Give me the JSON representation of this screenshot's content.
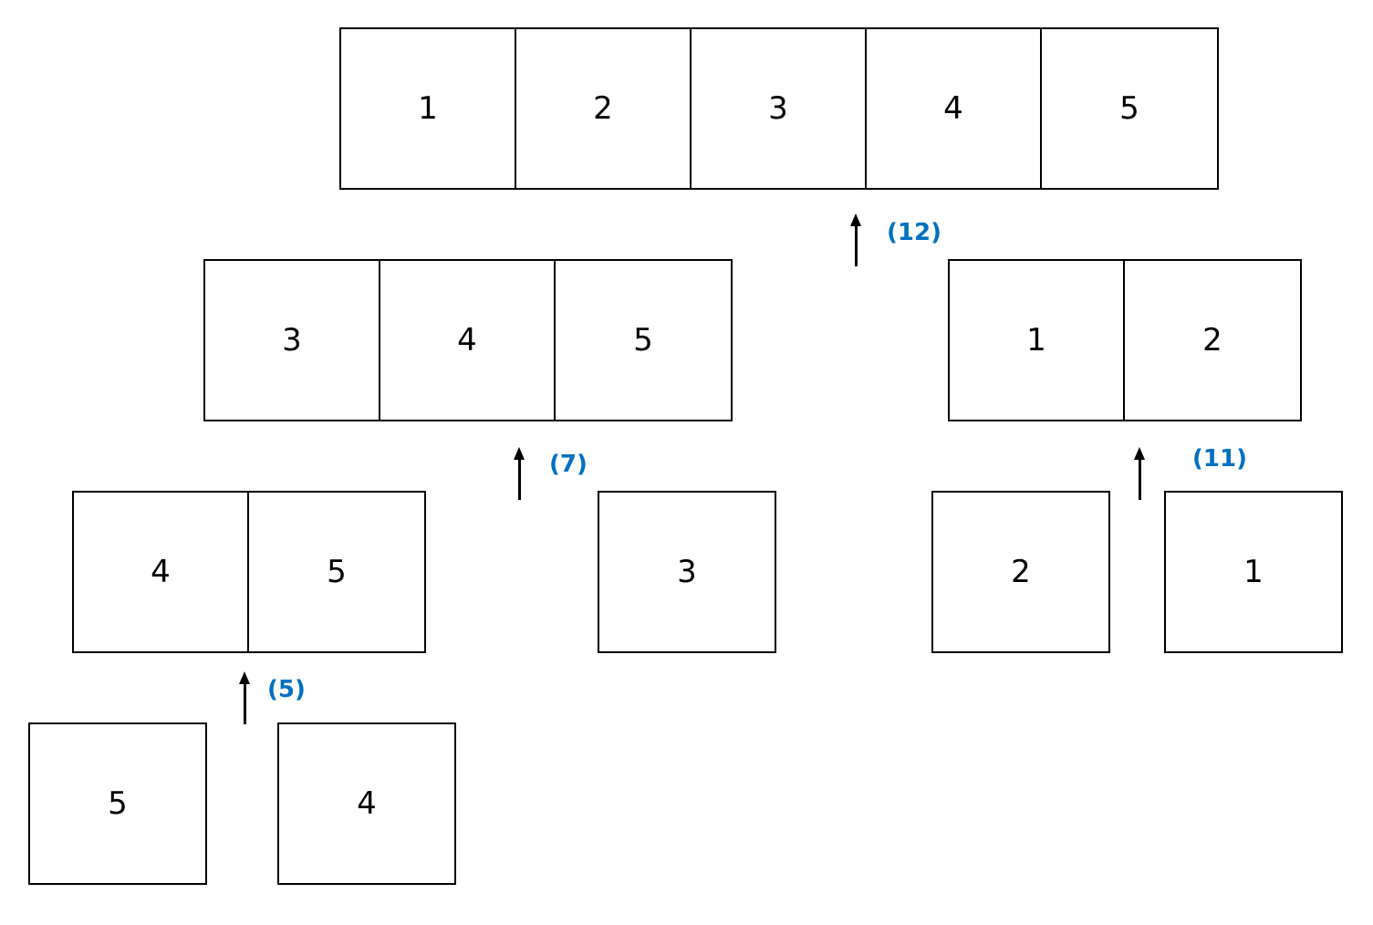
{
  "arrays": {
    "top": [
      "1",
      "2",
      "3",
      "4",
      "5"
    ],
    "mid_left": [
      "3",
      "4",
      "5"
    ],
    "mid_right": [
      "1",
      "2"
    ],
    "low_left_pair": [
      "4",
      "5"
    ],
    "low_single_3": [
      "3"
    ],
    "low_single_2": [
      "2"
    ],
    "low_single_1": [
      "1"
    ],
    "bottom_single_5": [
      "5"
    ],
    "bottom_single_4": [
      "4"
    ]
  },
  "steps": {
    "s12": "(12)",
    "s7": "(7)",
    "s11": "(11)",
    "s5": "(5)"
  },
  "colors": {
    "box_border": "#000000",
    "step_label": "#0070c0",
    "arrow": "#000000"
  },
  "icons": [
    "up-arrow-icon"
  ]
}
